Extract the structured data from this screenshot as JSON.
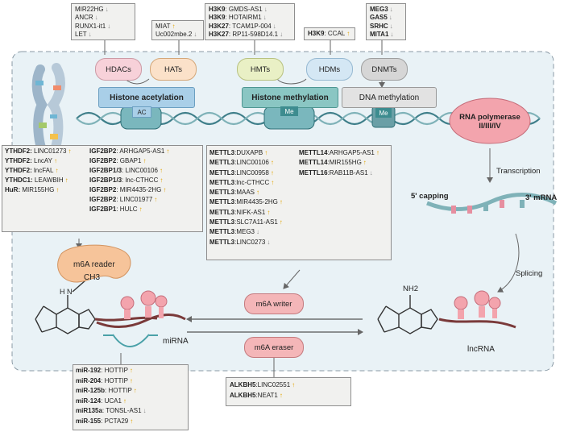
{
  "top_boxes": {
    "hdac_targets": [
      {
        "text": "MIR22HG",
        "arrow": "down"
      },
      {
        "text": "ANCR",
        "arrow": "down"
      },
      {
        "text": "RUNX1-it1",
        "arrow": "down"
      },
      {
        "text": "LET",
        "arrow": "down"
      }
    ],
    "hat_targets": [
      {
        "text": "MIAT",
        "arrow": "up"
      },
      {
        "text": "Uc002mbe.2",
        "arrow": "down"
      }
    ],
    "hmt_targets": [
      {
        "mark": "H3K9",
        "text": ": GMDS-AS1",
        "arrow": "down"
      },
      {
        "mark": "H3K9",
        "text": ": HOTAIRM1",
        "arrow": "down"
      },
      {
        "mark": "H3K27",
        "text": ": TCAM1P-004",
        "arrow": "down"
      },
      {
        "mark": "H3K27",
        "text": ": RP11-598D14.1",
        "arrow": "down"
      }
    ],
    "hdm_targets": [
      {
        "mark": "H3K9",
        "text": ": CCAL",
        "arrow": "up"
      }
    ],
    "dnmt_targets": [
      {
        "mark": "MEG3",
        "text": "",
        "arrow": "down"
      },
      {
        "mark": "GAS5",
        "text": "",
        "arrow": "down"
      },
      {
        "mark": "SRHC",
        "text": "",
        "arrow": "down"
      },
      {
        "mark": "MITA1",
        "text": "",
        "arrow": "down"
      }
    ]
  },
  "enzymes": {
    "hdacs": "HDACs",
    "hats": "HATs",
    "hmts": "HMTs",
    "hdms": "HDMs",
    "dnmts": "DNMTs"
  },
  "processes": {
    "histone_acetylation": "Histone acetylation",
    "histone_methylation": "Histone methylation",
    "dna_methylation": "DNA methylation",
    "ac_tag": "AC",
    "me_tag": "Me",
    "me_tag_dna": "Me"
  },
  "rna_pol": "RNA polymerase\nII/III/IV",
  "transcription": "Transcription",
  "capping": "5' capping",
  "mrna3": "3' mRNA",
  "splicing": "Splicing",
  "reader_box": {
    "left": [
      {
        "mark": "YTHDF2:",
        "text": " LINC01273",
        "arrow": "up"
      },
      {
        "mark": "YTHDF2:",
        "text": " LncAY",
        "arrow": "up"
      },
      {
        "mark": "YTHDF2:",
        "text": " lncFAL",
        "arrow": "up"
      },
      {
        "mark": "YTHDC1:",
        "text": " LEAWBIH",
        "arrow": "up"
      },
      {
        "mark": "HuR:",
        "text": " MIR155HG",
        "arrow": "up"
      }
    ],
    "right": [
      {
        "mark": "IGF2BP2",
        "text": ": ARHGAP5-AS1",
        "arrow": "up"
      },
      {
        "mark": "IGF2BP2",
        "text": ": GBAP1",
        "arrow": "up"
      },
      {
        "mark": "IGF2BP1/3",
        "text": ": LINC00106",
        "arrow": "up"
      },
      {
        "mark": "IGF2BP1/3",
        "text": ": lnc-CTHCC",
        "arrow": "up"
      },
      {
        "mark": "IGF2BP2",
        "text": ": MIR4435-2HG",
        "arrow": "up"
      },
      {
        "mark": "IGF2BP2",
        "text": ": LINC01977",
        "arrow": "up"
      },
      {
        "mark": "IGF2BP1",
        "text": ": HULC",
        "arrow": "up"
      }
    ]
  },
  "writer_box": {
    "left": [
      {
        "mark": "METTL3",
        "text": ":DUXAPB",
        "arrow": "up"
      },
      {
        "mark": "METTL3",
        "text": ":LINC00106",
        "arrow": "up"
      },
      {
        "mark": "METTL3",
        "text": ":LINC00958",
        "arrow": "up"
      },
      {
        "mark": "METTL3",
        "text": ":lnc-CTHCC",
        "arrow": "up"
      },
      {
        "mark": "METTL3",
        "text": ":MAAS",
        "arrow": "up"
      },
      {
        "mark": "METTL3",
        "text": ":MIR4435-2HG",
        "arrow": "up"
      },
      {
        "mark": "METTL3",
        "text": ":NIFK-AS1",
        "arrow": "up"
      },
      {
        "mark": "METTL3",
        "text": ":SLC7A11-AS1",
        "arrow": "up"
      },
      {
        "mark": "METTL3",
        "text": ":MEG3",
        "arrow": "down"
      },
      {
        "mark": "METTL3",
        "text": ":LINC0273",
        "arrow": "down"
      }
    ],
    "right": [
      {
        "mark": "METTL14",
        "text": ":ARHGAP5-AS1",
        "arrow": "up"
      },
      {
        "mark": "METTL14",
        "text": ":MIR155HG",
        "arrow": "up"
      },
      {
        "mark": "METTL16",
        "text": ":RAB11B-AS1",
        "arrow": "down"
      }
    ]
  },
  "m6a_reader": "m6A reader",
  "m6a_writer": "m6A writer",
  "m6a_eraser": "m6A eraser",
  "ch3": "CH3",
  "nh2": "NH2",
  "mirna": "miRNA",
  "lncrna": "lncRNA",
  "mirna_box": [
    {
      "mark": "miR-192",
      "text": ":  HOTTIP",
      "arrow": "up"
    },
    {
      "mark": "miR-204",
      "text": ":  HOTTIP",
      "arrow": "up"
    },
    {
      "mark": "miR-125b",
      "text": ":  HOTTIP",
      "arrow": "up"
    },
    {
      "mark": "miR-124",
      "text": ":  UCA1",
      "arrow": "up"
    },
    {
      "mark": "miR135a",
      "text": ":  TONSL-AS1",
      "arrow": "down"
    },
    {
      "mark": "miR-155",
      "text": ":  PCTA29",
      "arrow": "up"
    }
  ],
  "eraser_box": [
    {
      "mark": "ALKBH5",
      "text": ":LINC02551",
      "arrow": "up"
    },
    {
      "mark": "ALKBH5",
      "text": ":NEAT1",
      "arrow": "up"
    }
  ],
  "colors": {
    "panel_bg": "#e9f2f6",
    "hdac": "#f7d1d9",
    "hat": "#fbe1c9",
    "hmt": "#e9f0c5",
    "hdm": "#d4e7f4",
    "dnmt": "#d6d6d6",
    "process_blue": "#a9cfe8",
    "process_teal": "#8ac6c3",
    "process_gray": "#e2e2e2",
    "polymerase": "#f3a4ad",
    "reader": "#f6c49a",
    "writer_eraser": "#f4b6b8",
    "up_arrow": "#e2a400",
    "down_arrow": "#8a8a8a"
  }
}
